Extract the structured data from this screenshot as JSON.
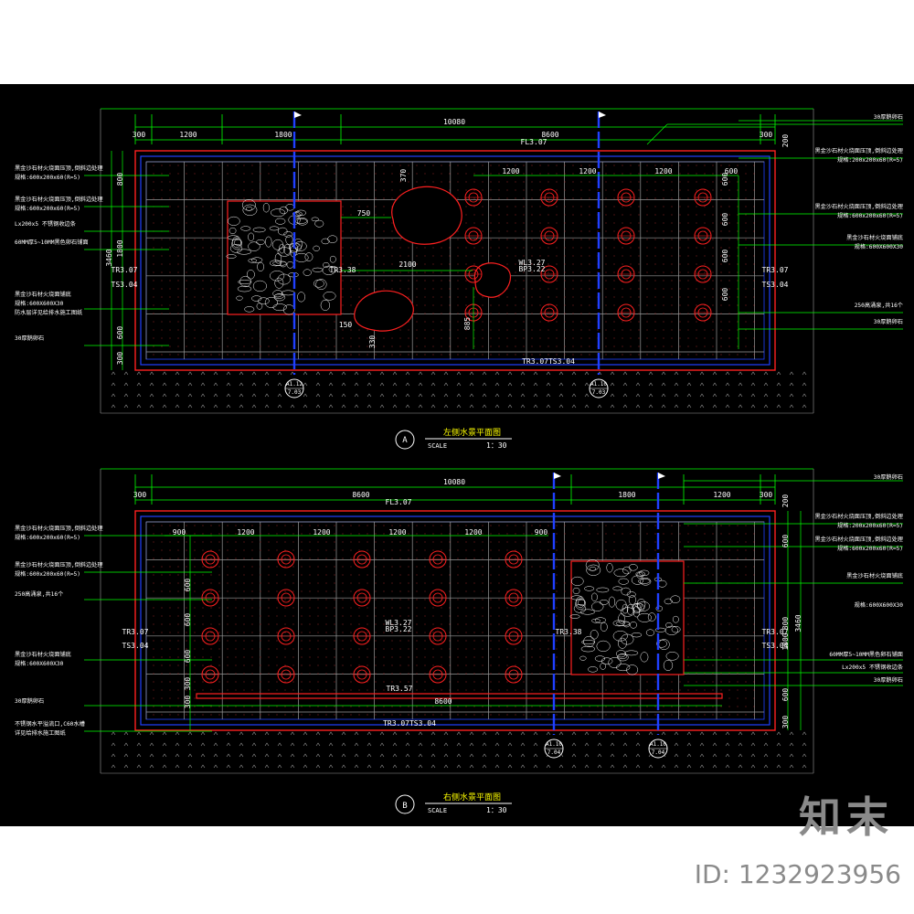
{
  "watermark": {
    "brand": "知末",
    "id_text": "ID: 1232923956"
  },
  "colors": {
    "bg": "#000000",
    "green": "#00ff00",
    "white": "#ffffff",
    "red": "#ff2020",
    "blue": "#2040ff",
    "grid": "#9a9a9a",
    "yellow": "#ffff00",
    "cyan": "#00ffff"
  },
  "plan_a": {
    "title": "左侧水景平面图",
    "scale_label": "SCALE",
    "scale_value": "1：30",
    "marker": "A",
    "dim_total": "10080",
    "dims_top": [
      "300",
      "1200",
      "1800",
      "8600",
      "300"
    ],
    "dim_200": "200",
    "level_fl": "FL3.07",
    "rows_dims": [
      "1200",
      "1200",
      "1200",
      "600"
    ],
    "left_vdims": [
      "800",
      "3460",
      "1800",
      "600",
      "300"
    ],
    "right_vdims": [
      "600",
      "600",
      "600",
      "600"
    ],
    "dim_370": "370",
    "dim_750": "750",
    "dim_2100": "2100",
    "dim_885": "885",
    "dim_150": "150",
    "dim_330": "330",
    "wl": "WL3.27",
    "bl": "BP3.22",
    "tr_left": "TR3.07",
    "ts_left": "TS3.04",
    "tr_right": "TR3.07",
    "ts_right": "TS3.04",
    "tr_mid": "TR3.38",
    "bottom_levels": "TR3.07TS3.04",
    "section_tags": [
      {
        "top": "A1.12",
        "bottom": "7.03"
      },
      {
        "top": "A1.10",
        "bottom": "7.03"
      }
    ],
    "left_notes": [
      "黑金沙石材火烧面压顶,倒斜边处理",
      "规格:600x200x60(R=5)",
      "黑金沙石材火烧面压顶,倒斜边处理",
      "规格:600x200x60(R=5)",
      "Lx200x5 不锈钢收边条",
      "60MM厚5~10MM黑色卵石铺面",
      "黑金沙石材火烧面铺底",
      "规格:600X600X30",
      "防水层详见给排水施工图纸",
      "30厚鹅卵石"
    ],
    "right_notes": [
      "30厚鹅卵石",
      "黑金沙石材火烧面压顶,倒斜边处理",
      "规格:200x200x60(R=5)",
      "黑金沙石材火烧面压顶,倒斜边处理",
      "规格:600x200x60(R=5)",
      "黑金沙石材火烧面铺底",
      "规格:600X600X30",
      "250高涌泉,共16个",
      "30厚鹅卵石"
    ]
  },
  "plan_b": {
    "title": "右侧水景平面图",
    "scale_label": "SCALE",
    "scale_value": "1：30",
    "marker": "B",
    "dim_total": "10080",
    "dims_top": [
      "300",
      "8600",
      "1800",
      "1200",
      "300"
    ],
    "dim_200": "200",
    "level_fl": "FL3.07",
    "col_dims": [
      "900",
      "1200",
      "1200",
      "1200",
      "1200",
      "900"
    ],
    "left_vdims": [
      "600",
      "600",
      "600",
      "300",
      "300"
    ],
    "right_vdims": [
      "600",
      "800",
      "3460",
      "1800",
      "600",
      "300"
    ],
    "dim_8600": "8600",
    "wl": "WL3.27",
    "bl": "BP3.22",
    "tr_left": "TR3.07",
    "ts_left": "TS3.04",
    "tr_right": "TR3.07",
    "ts_right": "TS3.04",
    "tr_mid": "TR3.38",
    "tr_low": "TR3.57",
    "bottom_levels": "TR3.07TS3.04",
    "section_tags": [
      {
        "top": "A1.10",
        "bottom": "7.04"
      },
      {
        "top": "A1.10",
        "bottom": "7.04"
      }
    ],
    "left_notes": [
      "黑金沙石材火烧面压顶,倒斜边处理",
      "规格:600x200x60(R=5)",
      "黑金沙石材火烧面压顶,倒斜边处理",
      "规格:600x200x60(R=5)",
      "250高涌泉,共16个",
      "黑金沙石材火烧面铺底",
      "规格:600X600X30",
      "30厚鹅卵石",
      "不锈钢水平溢流口,C60水槽",
      "详见给排水施工图纸"
    ],
    "right_notes": [
      "30厚鹅卵石",
      "黑金沙石材火烧面压顶,倒斜边处理",
      "规格:200x200x60(R=5)",
      "黑金沙石材火烧面压顶,倒斜边处理",
      "规格:600x200x60(R=5)",
      "黑金沙石材火烧面铺底",
      "规格:600X600X30",
      "60MM厚5~10MM黑色卵石铺面",
      "Lx200x5 不锈钢收边条",
      "30厚鹅卵石"
    ]
  }
}
